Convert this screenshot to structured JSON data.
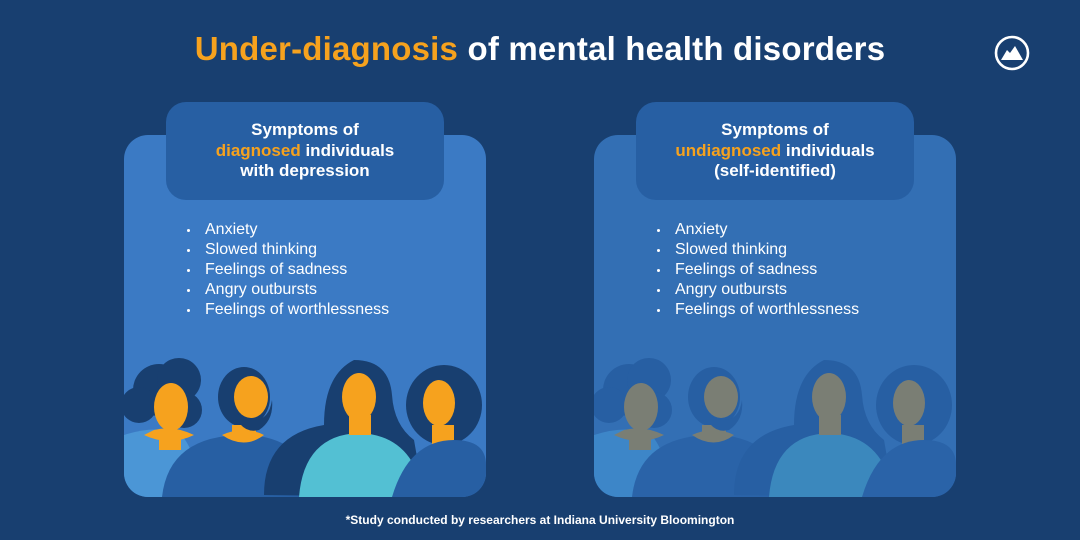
{
  "title": {
    "highlight": "Under-diagnosis",
    "rest": " of mental health disorders"
  },
  "logo": {
    "icon": "mountain-circle-icon"
  },
  "panels": [
    {
      "header": {
        "line1": "Symptoms of",
        "highlight": "diagnosed",
        "line2_rest": " individuals",
        "line3": "with depression"
      },
      "symptoms": [
        "Anxiety",
        "Slowed thinking",
        "Feelings of sadness",
        "Angry outbursts",
        "Feelings of worthlessness"
      ],
      "colors": {
        "card": "#3b7ac4",
        "face": "#f6a21e",
        "hair": "#183f70"
      }
    },
    {
      "header": {
        "line1": "Symptoms of",
        "highlight": "undiagnosed",
        "line2_rest": " individuals",
        "line3": "(self-identified)"
      },
      "symptoms": [
        "Anxiety",
        "Slowed thinking",
        "Feelings of sadness",
        "Angry outbursts",
        "Feelings of worthlessness"
      ],
      "colors": {
        "card": "#336fb4",
        "face": "#7a7e74",
        "hair": "#275fa3"
      }
    }
  ],
  "footnote": "*Study conducted by researchers at Indiana University Bloomington",
  "colors": {
    "background": "#183f70",
    "accent": "#f6a21e",
    "header_box": "#275fa3"
  }
}
